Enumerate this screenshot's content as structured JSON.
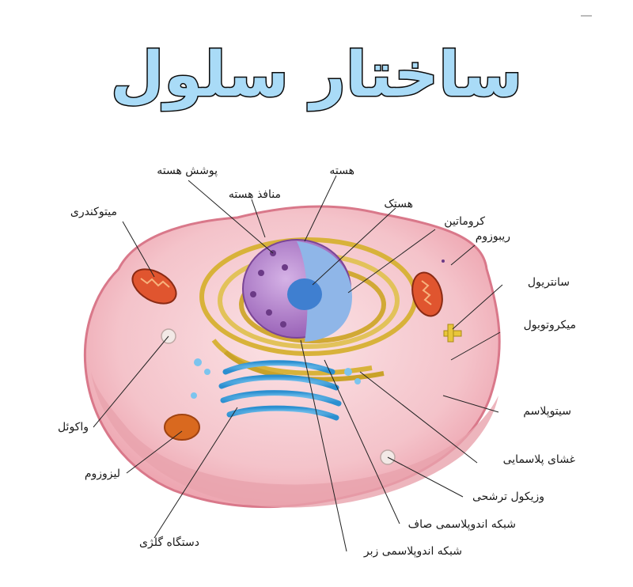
{
  "title": "ساختار سلول",
  "labels": {
    "nuclear_envelope": "پوشش هسته",
    "nucleus": "هسته",
    "nuclear_pore": "منافذ هسته",
    "nucleolus": "هستک",
    "chromatin": "کروماتین",
    "ribosome": "ریبوزوم",
    "mitochondria": "میتوکندری",
    "centriole": "سانتریول",
    "microtubule": "میکروتوبول",
    "cytoplasm": "سیتوپلاسم",
    "plasma_membrane": "غشای پلاسمایی",
    "vacuole": "واکوئل",
    "secretory_vesicle": "وزیکول ترشحی",
    "lysosome": "لیزوزوم",
    "smooth_er": "شبکه اندوپلاسمی صاف",
    "golgi": "دستگاه گلژی",
    "rough_er": "شبکه اندوپلاسمی زبر"
  },
  "colors": {
    "title_fill": "#a9dbf7",
    "cytoplasm": "#f6c9cf",
    "membrane": "#e79aa6",
    "er": "#d8b23a",
    "nucleus": "#b98ad0",
    "golgi": "#49a9e0",
    "mitochondria": "#e0552f"
  }
}
